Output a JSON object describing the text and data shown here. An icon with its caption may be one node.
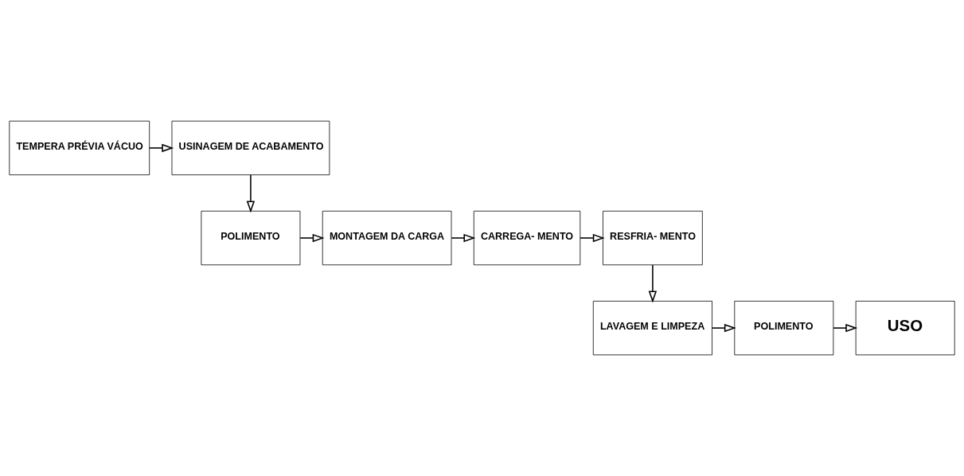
{
  "diagram": {
    "nodes": [
      {
        "text": [
          "USINAGEM DE ACABAMENTO"
        ]
      },
      {
        "text": [
          "TEMPERA PRÉVIA VÁCUO"
        ]
      },
      {
        "text": [
          "POLIMENTO"
        ]
      },
      {
        "text": [
          "MONTAGEM DA CARGA"
        ]
      },
      {
        "text": [
          "CARREGA- MENTO"
        ]
      },
      {
        "text": [
          "RESFRIA- MENTO"
        ]
      },
      {
        "text": [
          "USO"
        ]
      },
      {
        "text": [
          "POLIMENTO"
        ]
      },
      {
        "text": [
          "LAVAGEM E LIMPEZA"
        ]
      }
    ],
    "edges": [
      {
        "from": 1,
        "to": 0,
        "arrow": "to"
      },
      {
        "from": 0,
        "to": 2,
        "arrow": "to"
      },
      {
        "from": 2,
        "to": 3,
        "arrow": "to"
      },
      {
        "from": 3,
        "to": 4,
        "arrow": "to"
      },
      {
        "from": 4,
        "to": 5,
        "arrow": "to"
      },
      {
        "from": 5,
        "to": 8,
        "arrow": "to"
      },
      {
        "from": 8,
        "to": 7,
        "arrow": "to"
      },
      {
        "from": 7,
        "to": 6,
        "arrow": "to"
      }
    ]
  }
}
